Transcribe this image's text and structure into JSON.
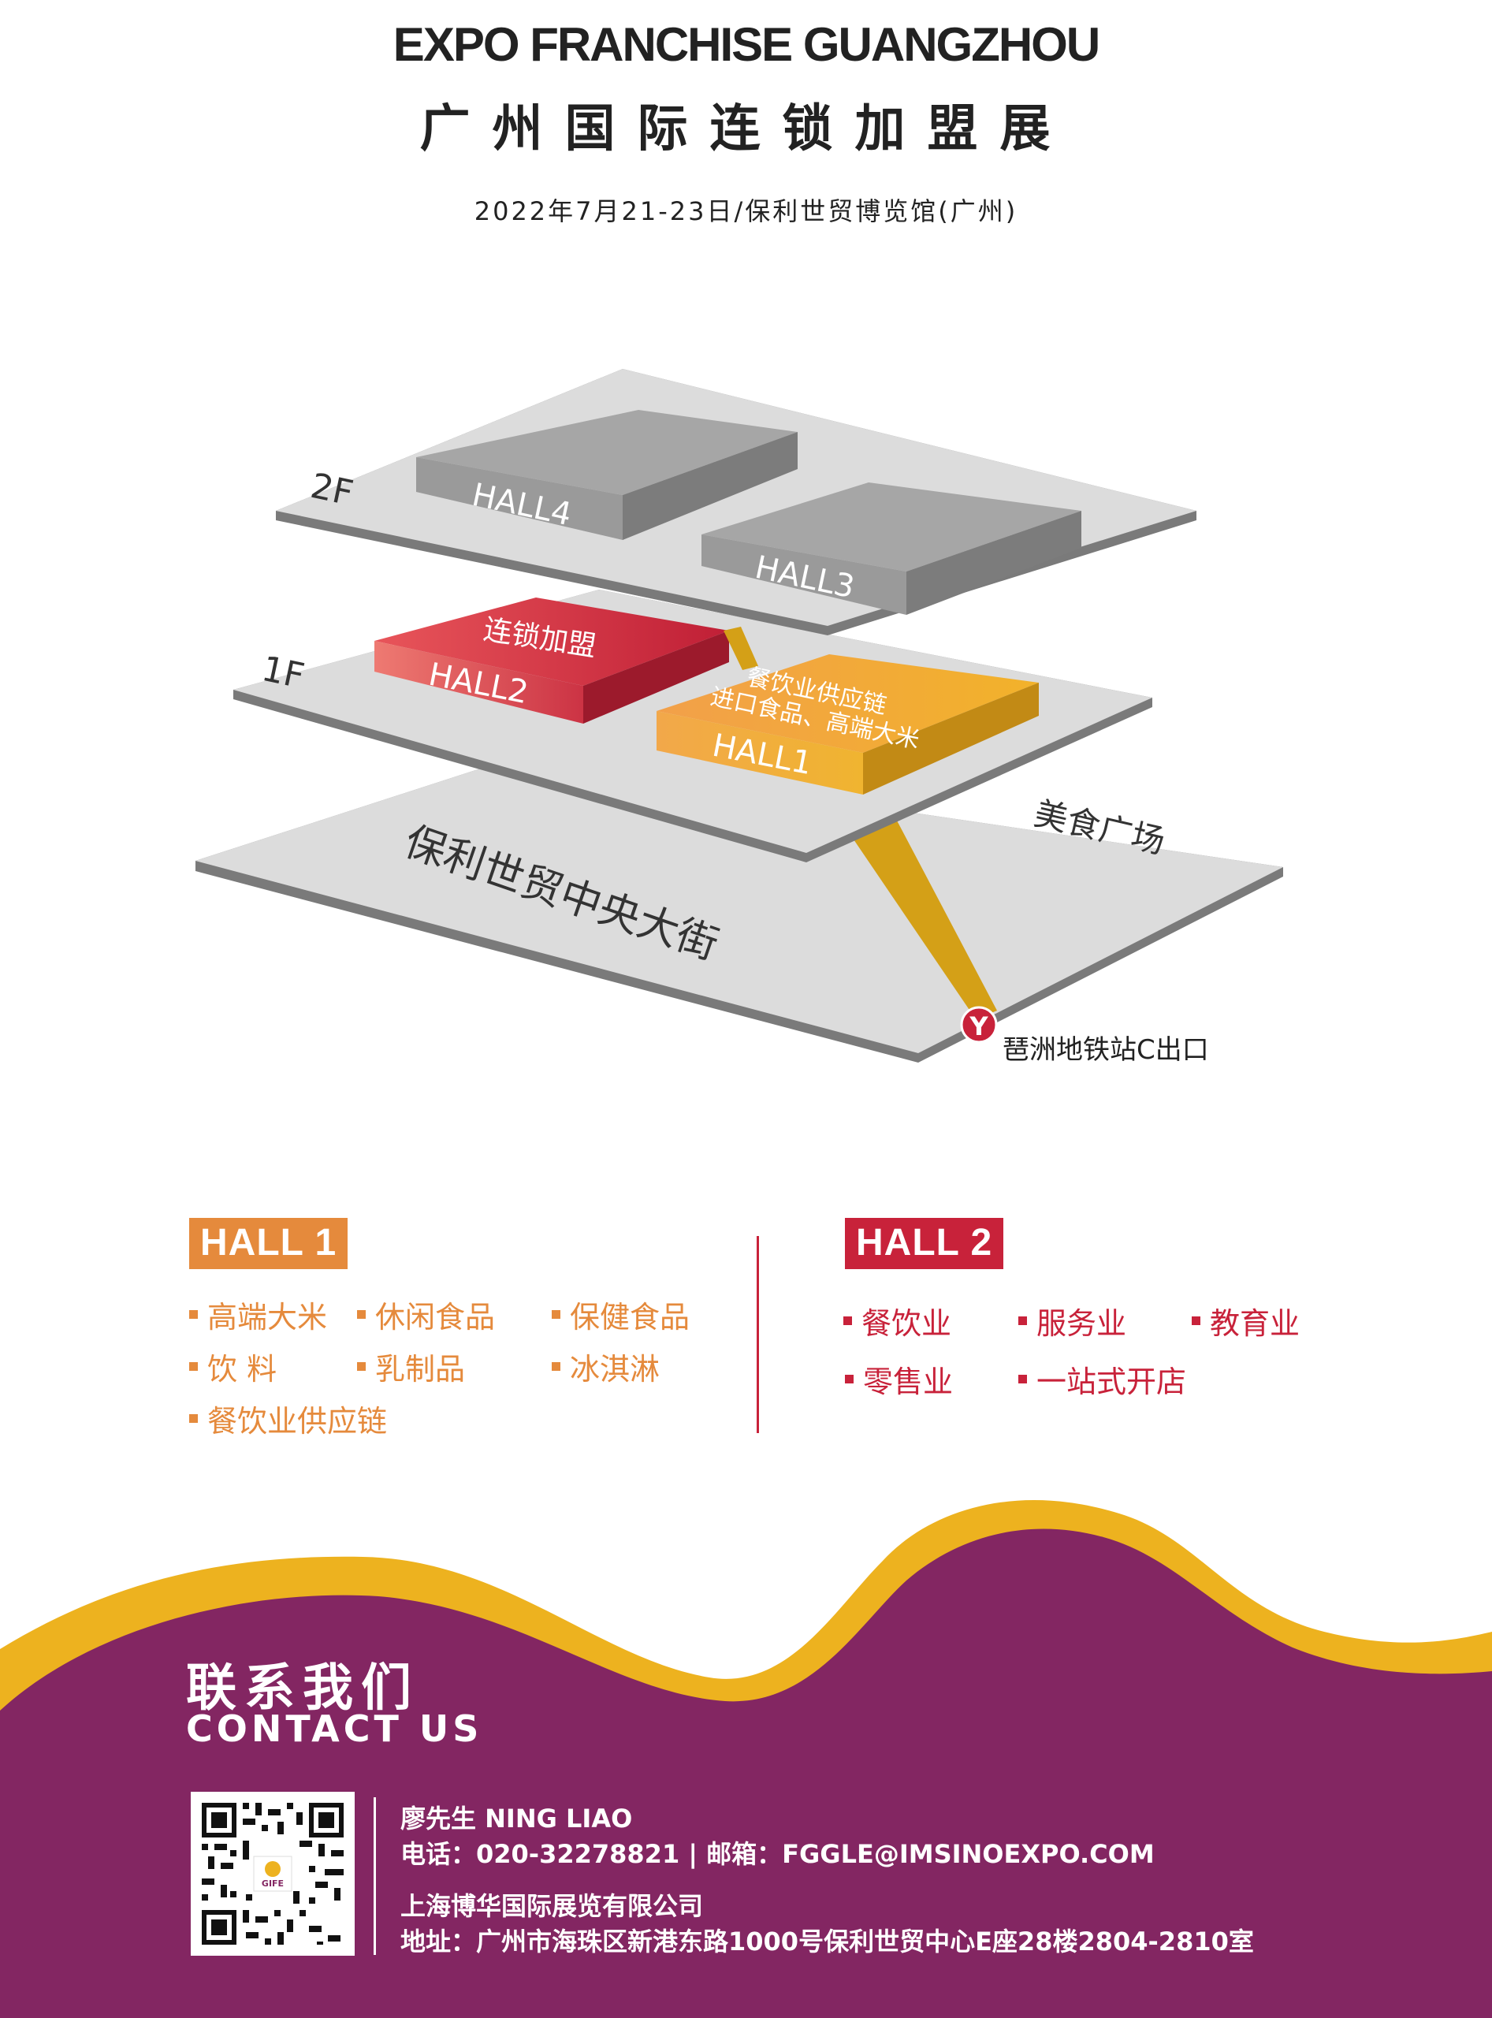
{
  "header": {
    "title_en": "EXPO FRANCHISE GUANGZHOU",
    "title_cn": "广州国际连锁加盟展",
    "date_venue": "2022年7月21-23日/保利世贸博览馆(广州)"
  },
  "map": {
    "floor_2f": "2F",
    "floor_1f": "1F",
    "hall4": "HALL4",
    "hall3": "HALL3",
    "hall2_cn": "连锁加盟",
    "hall2": "HALL2",
    "hall1_line1": "餐饮业供应链",
    "hall1_line2": "进口食品、高端大米",
    "hall1": "HALL1",
    "ground_street": "保利世贸中央大街",
    "food_plaza": "美食广场",
    "metro_exit": "琶洲地铁站C出口",
    "metro_icon_glyph": "Y"
  },
  "hall1_section": {
    "badge": "HALL 1",
    "items": [
      "高端大米",
      "休闲食品",
      "保健食品",
      "饮 料",
      "乳制品",
      "冰淇淋",
      "餐饮业供应链"
    ]
  },
  "hall2_section": {
    "badge": "HALL 2",
    "items": [
      "餐饮业",
      "服务业",
      "教育业",
      "零售业",
      "一站式开店"
    ]
  },
  "contact": {
    "heading_cn": "联系我们",
    "heading_en": "CONTACT US",
    "name": "廖先生 NING LIAO",
    "phone_email": "电话：020-32278821 | 邮箱：FGGLE@IMSINOEXPO.COM",
    "company": "上海博华国际展览有限公司",
    "address": "地址：广州市海珠区新港东路1000号保利世贸中心E座28楼2804-2810室",
    "qr_logo": "GIFE"
  },
  "colors": {
    "orange": "#e58a3c",
    "red": "#c8223a",
    "purple": "#832662",
    "yellow": "#edb21f",
    "hall_gray": "#9b9b9b",
    "floor_gray": "#dcdcdc"
  }
}
